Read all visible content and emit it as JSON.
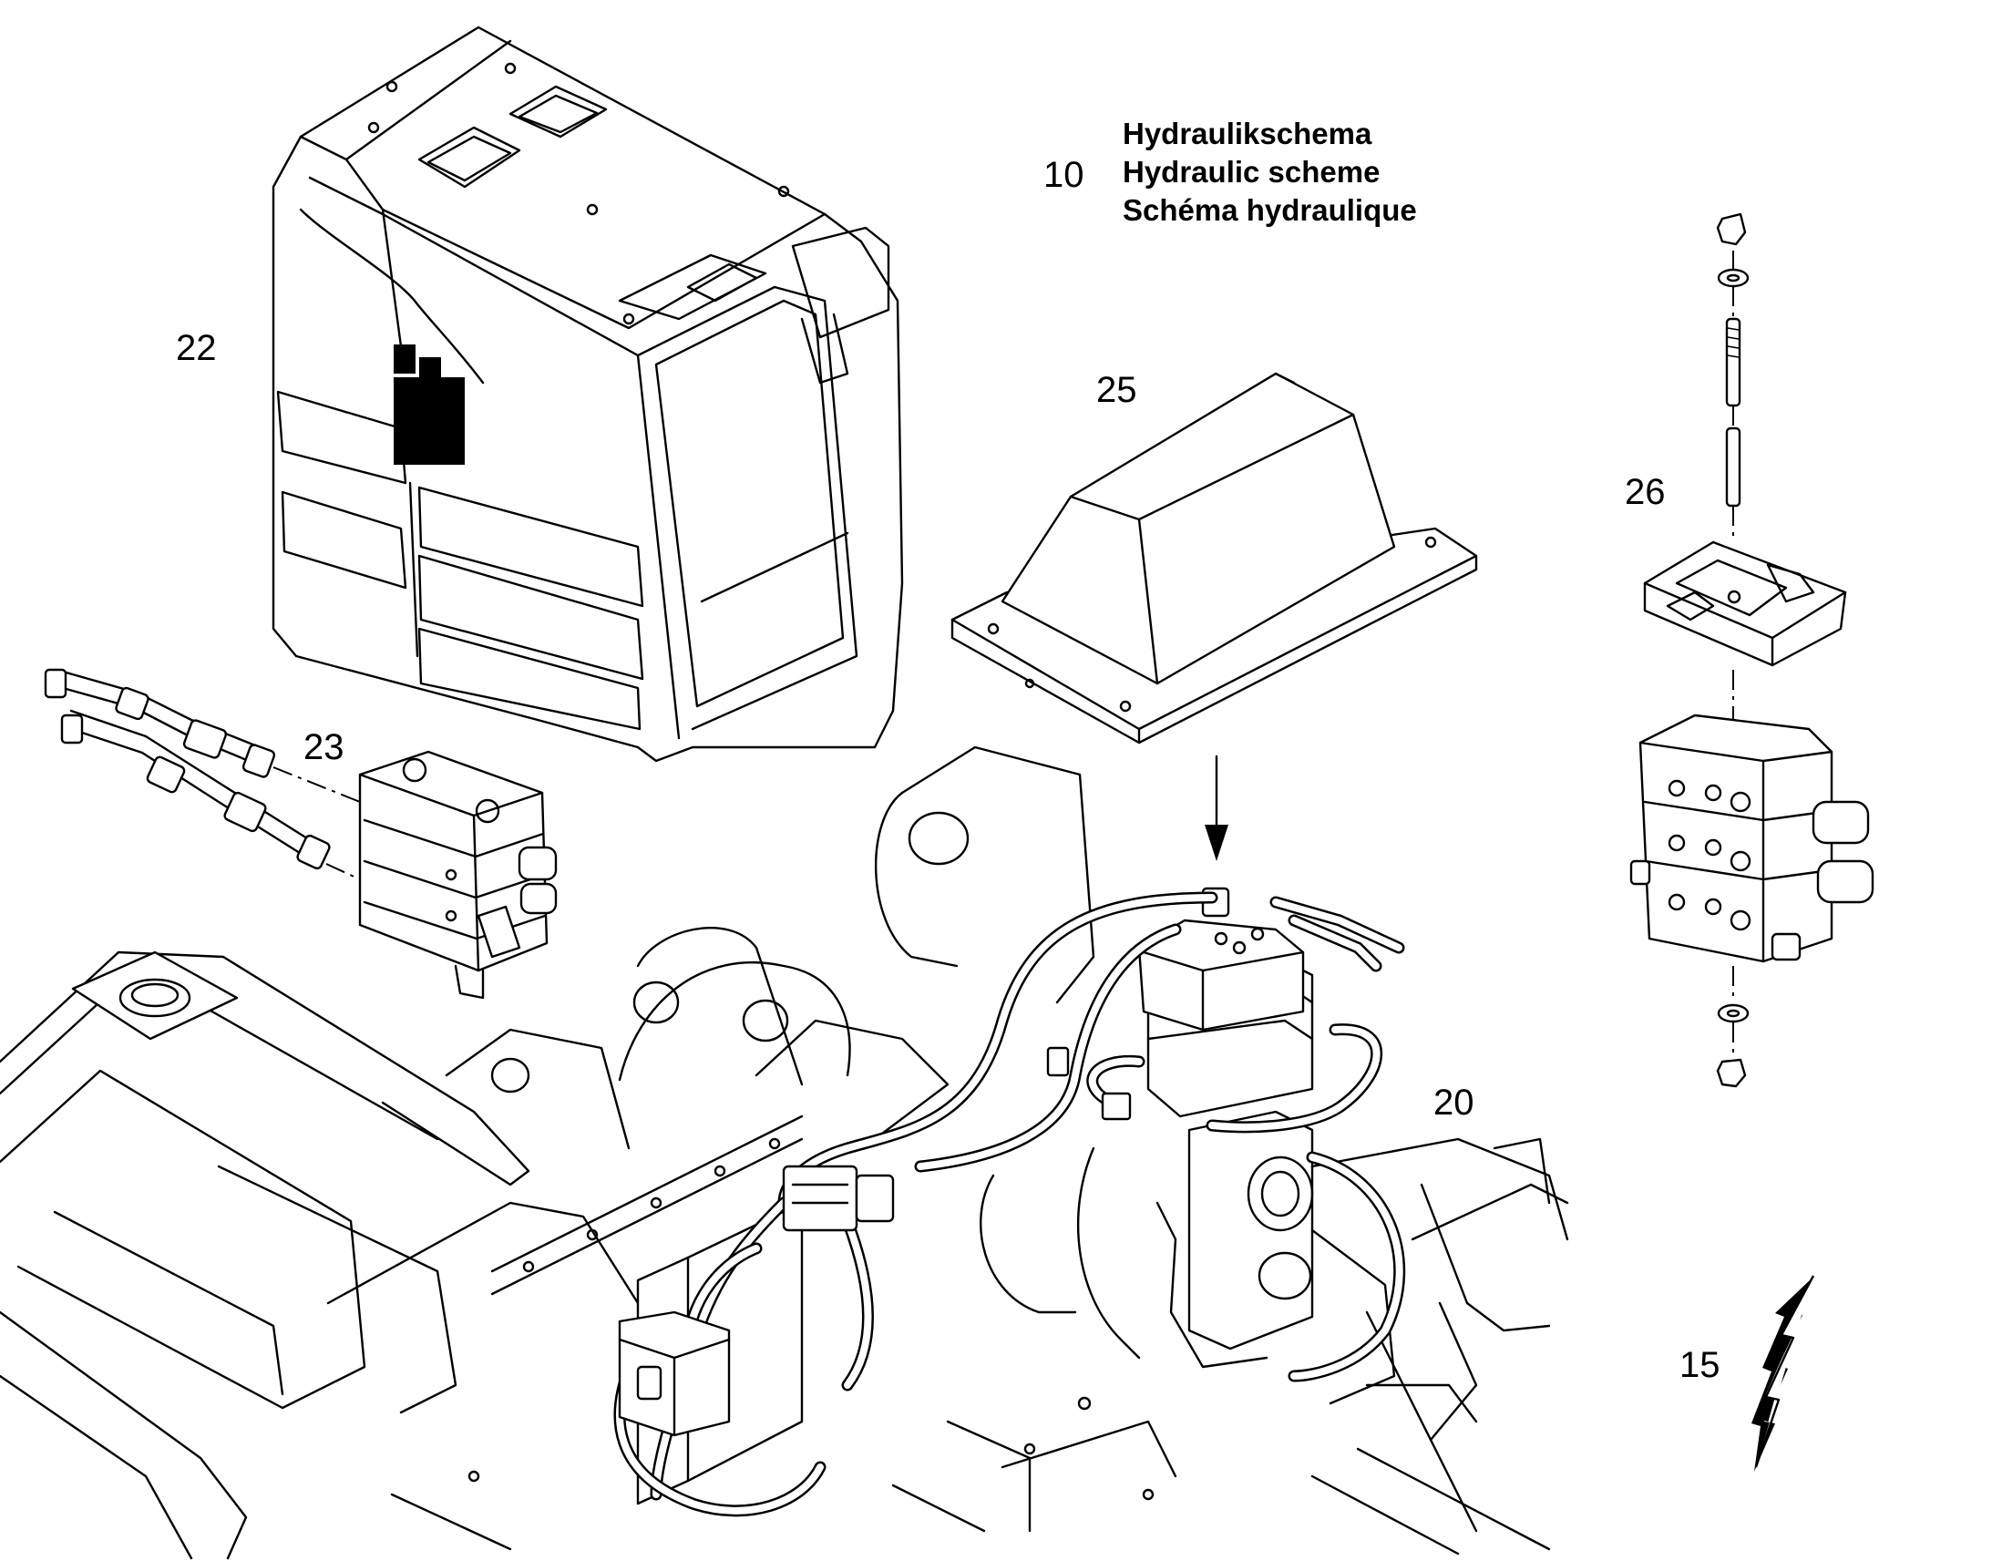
{
  "legend": {
    "number": "10",
    "lines": [
      "Hydraulikschema",
      "Hydraulic scheme",
      "Schéma hydraulique"
    ]
  },
  "callouts": {
    "cab": "22",
    "valve_block": "23",
    "cover": "25",
    "mount_kit": "26",
    "frame_assembly": "20",
    "electrical": "15"
  },
  "icons": {
    "brand_logo": "block-logo",
    "electrical_symbol": "lightning-bolt-icon",
    "direction_arrow": "down-arrow"
  }
}
